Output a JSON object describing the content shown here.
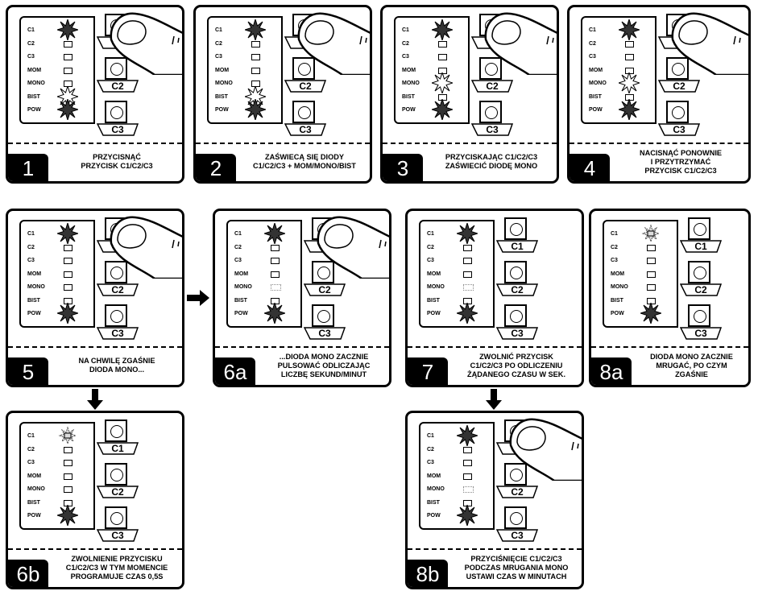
{
  "led_labels": [
    "C1",
    "C2",
    "C3",
    "MOM",
    "MONO",
    "BIST",
    "POW"
  ],
  "button_labels": [
    "C1",
    "C2",
    "C3"
  ],
  "panels": [
    {
      "id": "1",
      "number": "1",
      "caption": "PRZYCISNĄĆ\nPRZYCISK C1/C2/C3",
      "finger": true,
      "leds": {
        "C1": "on",
        "BIST": "light",
        "POW": "on"
      }
    },
    {
      "id": "2",
      "number": "2",
      "caption": "ZAŚWIECĄ SIĘ DIODY\nC1/C2/C3 + MOM/MONO/BIST",
      "finger": true,
      "leds": {
        "C1": "on",
        "BIST": "light",
        "POW": "on"
      }
    },
    {
      "id": "3",
      "number": "3",
      "caption": "PRZYCISKAJĄC C1/C2/C3\nZAŚWIECIĆ DIODĘ MONO",
      "finger": true,
      "leds": {
        "C1": "on",
        "MONO": "light",
        "POW": "on"
      }
    },
    {
      "id": "4",
      "number": "4",
      "caption": "NACISNĄĆ PONOWNIE\nI PRZYTRZYMAĆ\nPRZYCISK C1/C2/C3",
      "finger": true,
      "leds": {
        "C1": "on",
        "MONO": "light",
        "POW": "on"
      }
    },
    {
      "id": "5",
      "number": "5",
      "caption": "NA CHWILĘ ZGAŚNIE\nDIODA MONO...",
      "finger": true,
      "leds": {
        "C1": "on",
        "POW": "on"
      }
    },
    {
      "id": "6a",
      "number": "6a",
      "caption": "...DIODA MONO ZACZNIE\nPULSOWAĆ ODLICZAJĄC\nLICZBĘ SEKUND/MINUT",
      "finger": true,
      "leds": {
        "C1": "on",
        "MONO": "dim",
        "POW": "on"
      }
    },
    {
      "id": "7",
      "number": "7",
      "caption": "ZWOLNIĆ PRZYCISK\nC1/C2/C3 PO ODLICZENIU\nŻĄDANEGO CZASU W SEK.",
      "finger": false,
      "leds": {
        "C1": "on",
        "MONO": "dim",
        "POW": "on"
      }
    },
    {
      "id": "8a",
      "number": "8a",
      "caption": "DIODA MONO ZACZNIE\nMRUGAĆ, PO CZYM\nZGAŚNIE",
      "finger": false,
      "leds": {
        "C1": "blink",
        "POW": "on"
      }
    },
    {
      "id": "6b",
      "number": "6b",
      "caption": "ZWOLNIENIE PRZYCISKU\nC1/C2/C3 W TYM MOMENCIE\nPROGRAMUJE CZAS 0,5S",
      "finger": false,
      "leds": {
        "C1": "blink",
        "POW": "on"
      }
    },
    {
      "id": "8b",
      "number": "8b",
      "caption": "PRZYCIŚNIĘCIE C1/C2/C3\nPODCZAS MRUGANIA MONO\nUSTAWI CZAS W MINUTACH",
      "finger": true,
      "leds": {
        "C1": "on",
        "MONO": "dim",
        "POW": "on"
      }
    }
  ]
}
